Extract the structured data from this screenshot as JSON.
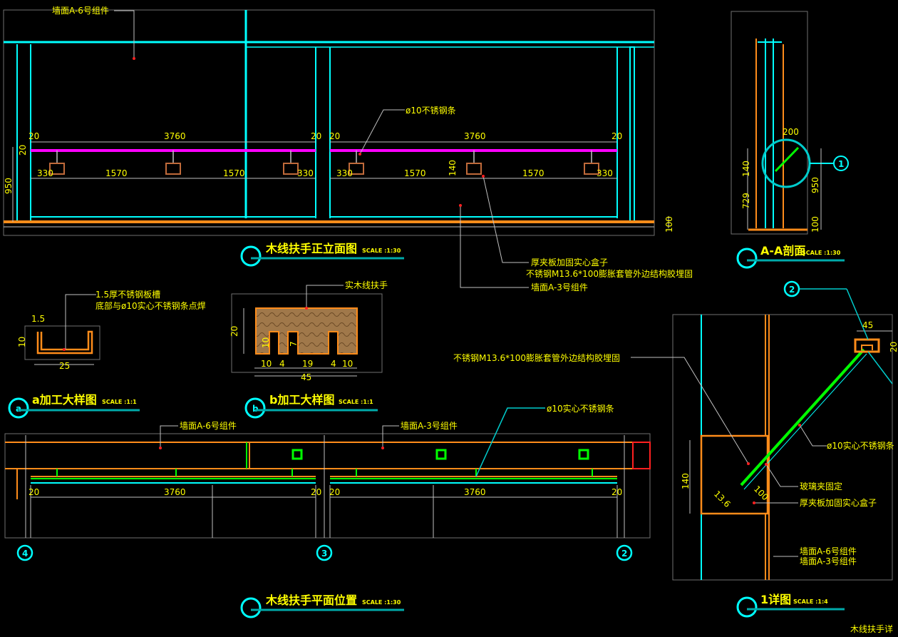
{
  "colors": {
    "background": "#000000",
    "text": "#ffff00",
    "cyan": "#00ffff",
    "orange": "#ff8c1a",
    "magenta": "#ff00ff",
    "green": "#00ff00",
    "gray": "#c0c0c0",
    "red": "#ff2020",
    "brown": "#8b4a2b"
  },
  "elevation": {
    "title": "木线扶手正立面图",
    "scale": "SCALE :1:30",
    "label_wall_a6": "墙面A-6号组件",
    "label_rod": "ø10不锈钢条",
    "label_box_1": "厚夹板加固实心盒子",
    "label_box_2": "不锈钢M13.6*100膨胀套管外边结构胶埋固",
    "label_wall_a3": "墙面A-3号组件",
    "dim_20a": "20",
    "dim_3760a": "3760",
    "dim_20b": "20",
    "dim_20c": "20",
    "dim_3760b": "3760",
    "dim_20d": "20",
    "dim_330a": "330",
    "dim_1570a": "1570",
    "dim_1570b": "1570",
    "dim_330b": "330",
    "dim_330c": "330",
    "dim_1570c": "1570",
    "dim_1570d": "1570",
    "dim_330d": "330",
    "dim_140": "140",
    "dim_950": "950",
    "dim_20v": "20",
    "dim_100": "100"
  },
  "section": {
    "title": "A-A剖面",
    "scale": "SCALE :1:30",
    "dim_200": "200",
    "dim_140": "140",
    "dim_729": "729",
    "dim_950": "950",
    "dim_100": "100",
    "bubble": "1"
  },
  "detail_a": {
    "title": "a加工大样图",
    "scale": "SCALE :1:1",
    "bubble": "a",
    "note_1": "1.5厚不锈钢板槽",
    "note_2": "底部与ø10实心不锈钢条点焊",
    "dim_15": "1.5",
    "dim_10": "10",
    "dim_25": "25"
  },
  "detail_b": {
    "title": "b加工大样图",
    "scale": "SCALE :1:1",
    "bubble": "b",
    "note": "实木线扶手",
    "dim_20": "20",
    "dim_10v": "10",
    "dim_7": "7",
    "dim_10a": "10",
    "dim_4a": "4",
    "dim_19": "19",
    "dim_4b": "4",
    "dim_10b": "10",
    "dim_45": "45"
  },
  "plan": {
    "title": "木线扶手平面位置",
    "scale": "SCALE :1:30",
    "label_wall_a6": "墙面A-6号组件",
    "label_wall_a3": "墙面A-3号组件",
    "label_rod": "ø10实心不锈钢条",
    "dim_20a": "20",
    "dim_3760a": "3760",
    "dim_20b": "20",
    "dim_20c": "20",
    "dim_3760b": "3760",
    "dim_20d": "20",
    "axis_4": "4",
    "axis_3": "3",
    "axis_2": "2"
  },
  "detail_1": {
    "title": "1详图",
    "scale": "SCALE :1:4",
    "bubble_top": "2",
    "label_bolt": "不锈钢M13.6*100膨胀套管外边结构胶埋固",
    "label_rod": "ø10实心不锈钢条",
    "label_clip": "玻璃夹固定",
    "label_box": "厚夹板加固实心盒子",
    "label_wall_a6": "墙面A-6号组件",
    "label_wall_a3": "墙面A-3号组件",
    "dim_45": "45",
    "dim_20": "20",
    "dim_140": "140",
    "dim_100": "100",
    "dim_136": "13.6"
  },
  "footer": {
    "sheet_title": "木线扶手详"
  }
}
